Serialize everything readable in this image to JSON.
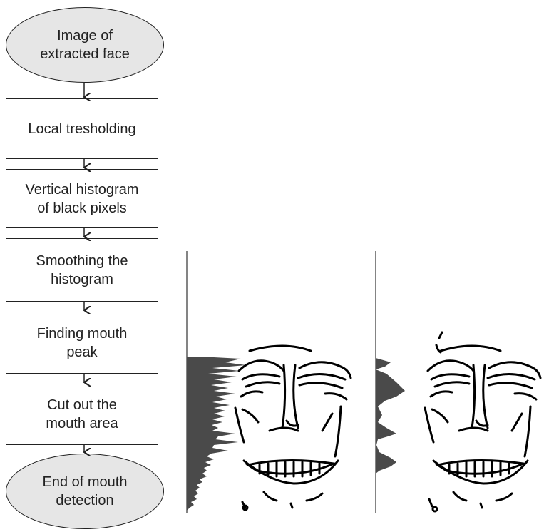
{
  "flowchart": {
    "start": "Image of\nextracted face",
    "steps": [
      "Local tresholding",
      "Vertical histogram\nof black pixels",
      "Smoothing the\nhistogram",
      "Finding mouth\npeak",
      "Cut out the\nmouth area"
    ],
    "end": "End of mouth\ndetection"
  },
  "colors": {
    "histogram_fill": "#4a4a4a",
    "start_end_fill": "#e6e6e6",
    "line": "#222222"
  },
  "panels": {
    "left": "raw-histogram-with-thresholded-face",
    "right": "smoothed-histogram-with-thresholded-face"
  }
}
